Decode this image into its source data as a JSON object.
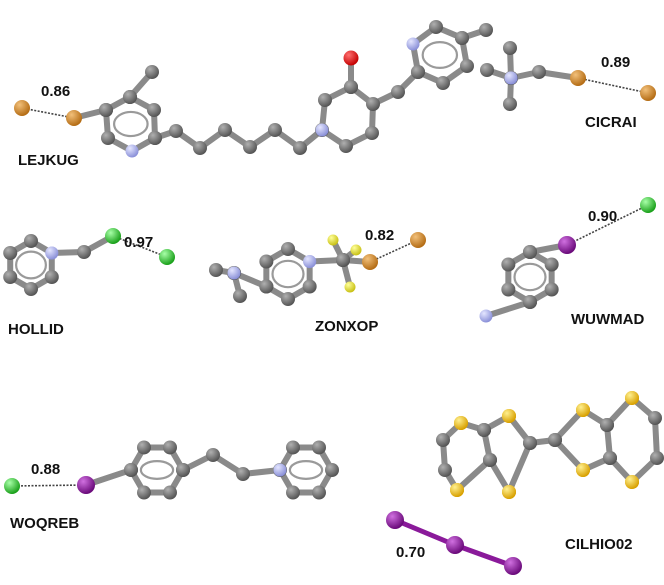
{
  "atom_colors": {
    "C": "#6e6e6e",
    "N": "#a3a8e8",
    "O": "#dd1111",
    "Br": "#d08a2a",
    "Cl": "#33d033",
    "F": "#e8e038",
    "I": "#8a1a9a",
    "S": "#f0c020",
    "bond": "#8a8a8a",
    "contact": "#444444"
  },
  "structures": [
    {
      "code": "LEJKUG",
      "contact": "0.86"
    },
    {
      "code": "CICRAI",
      "contact": "0.89"
    },
    {
      "code": "HOLLID",
      "contact": "0.97"
    },
    {
      "code": "ZONXOP",
      "contact": "0.82"
    },
    {
      "code": "WUWMAD",
      "contact": "0.90"
    },
    {
      "code": "WOQREB",
      "contact": "0.88"
    },
    {
      "code": "CILHIO02",
      "contact": "0.70"
    }
  ]
}
